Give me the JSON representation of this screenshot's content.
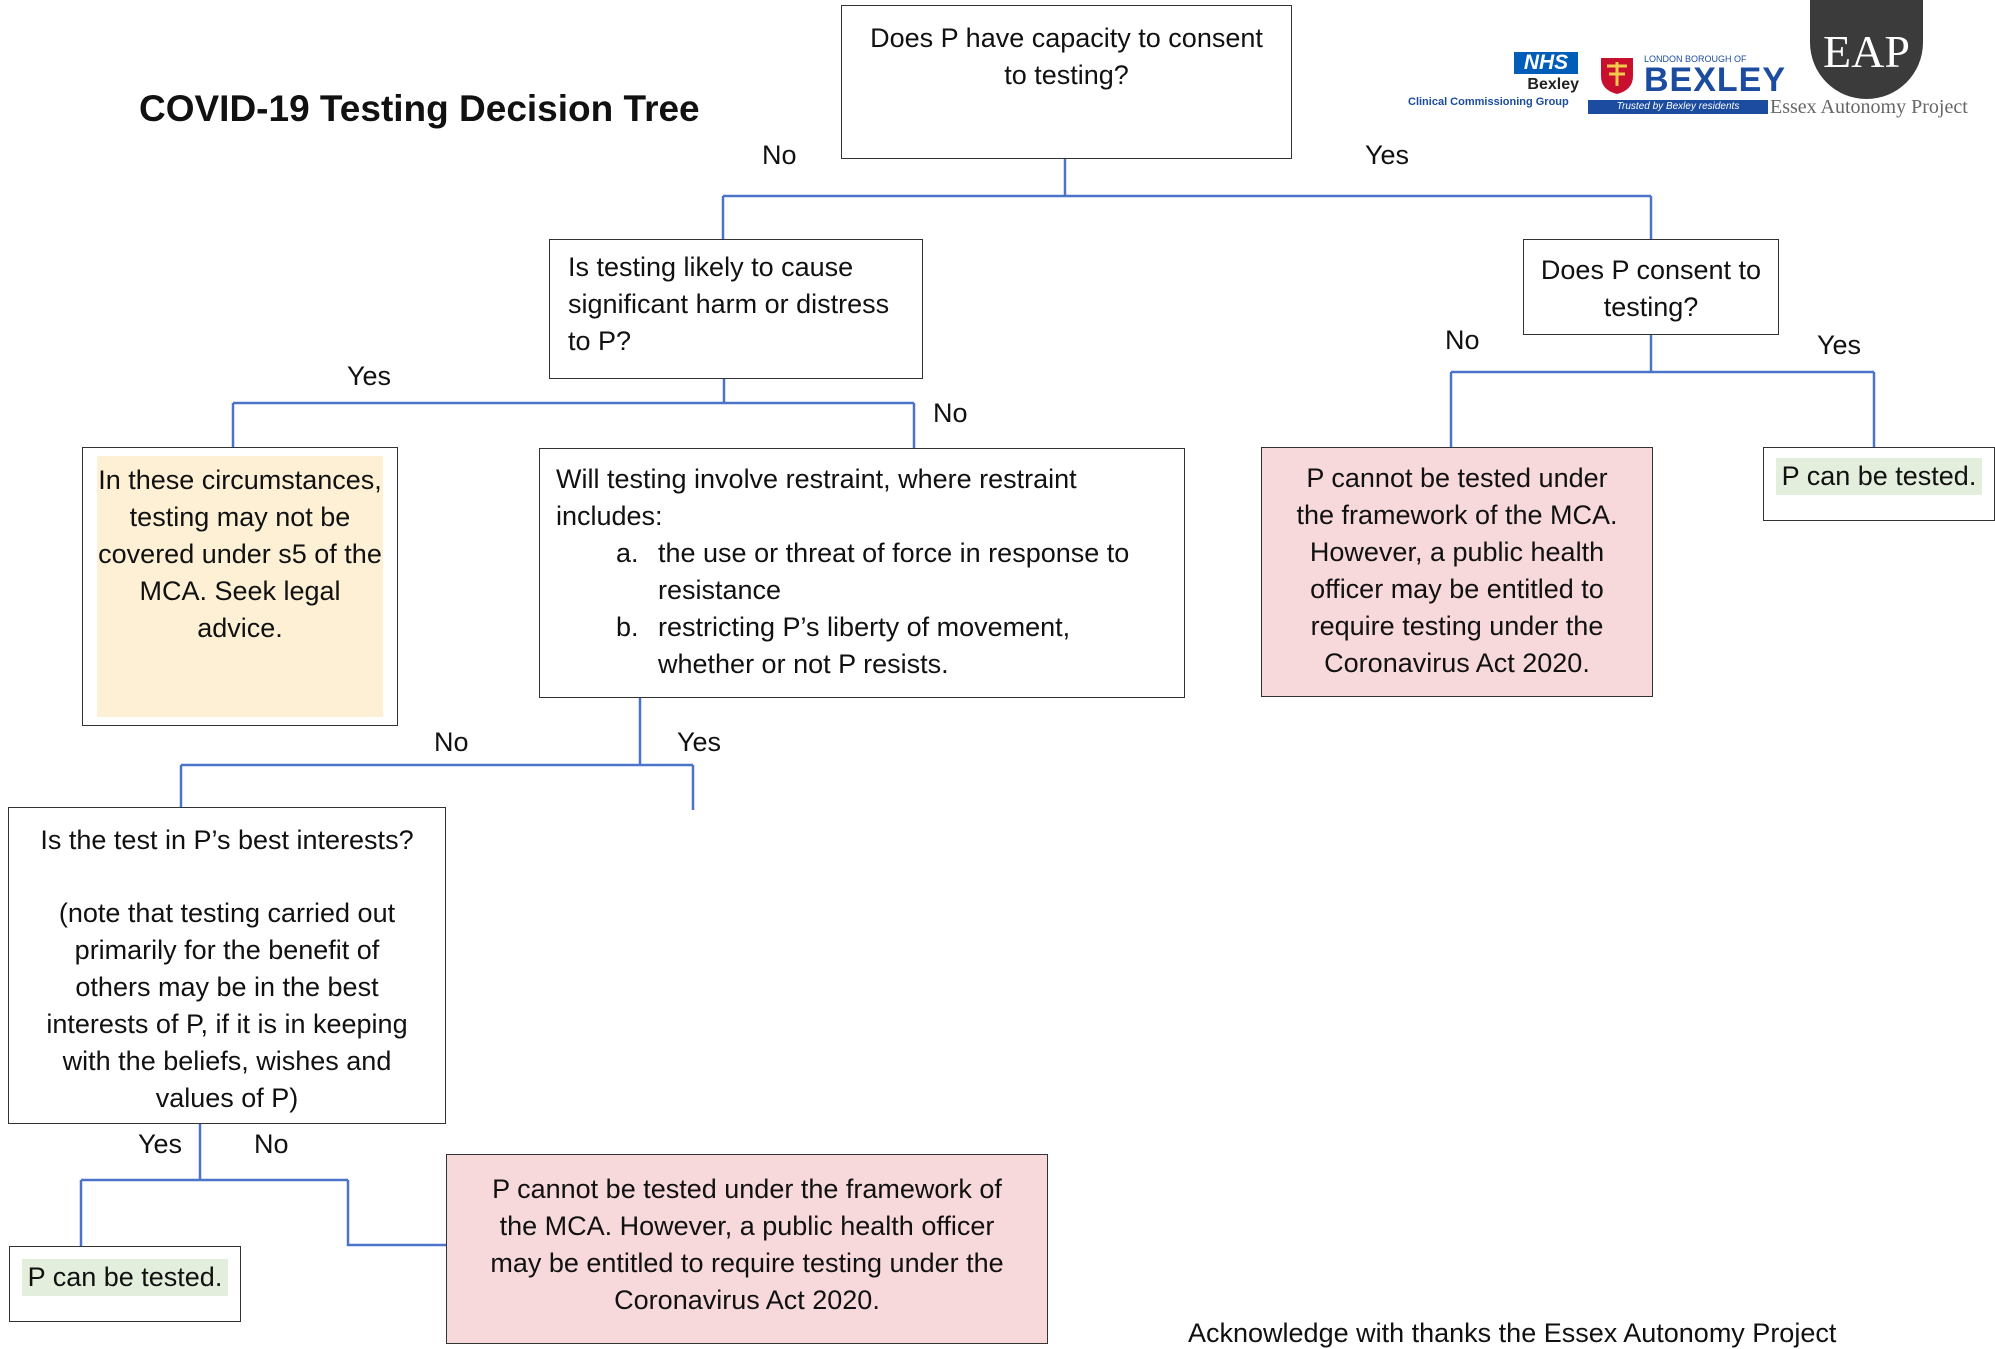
{
  "title": "COVID-19 Testing Decision Tree",
  "nodes": {
    "capacity": "Does P have capacity to consent to testing?",
    "harm": "Is testing likely to cause significant harm or distress to P?",
    "consent": "Does P consent to testing?",
    "legal_advice": "In these circumstances, testing may not be covered under s5 of the MCA. Seek legal advice.",
    "restraint_intro": "Will testing involve restraint, where restraint includes:",
    "restraint_a": "the use or threat of force in response to resistance",
    "restraint_b": "restricting P’s liberty of movement, whether or not P resists.",
    "cannot_right": "P cannot be tested under the framework of the MCA. However, a public health officer may be entitled to require testing under the Coronavirus Act 2020.",
    "can_right": "P can be tested.",
    "best_interests_q": "Is the test in P’s best interests?",
    "best_interests_note": "(note that testing carried out primarily for the benefit of others may be in the best interests of P, if it is in keeping with the beliefs, wishes and values of P)",
    "can_bottom": "P can be tested.",
    "cannot_bottom": "P cannot be tested under the framework of the MCA. However, a public health officer may be entitled to require testing under the Coronavirus Act 2020."
  },
  "edge_labels": {
    "capacity_no": "No",
    "capacity_yes": "Yes",
    "harm_yes": "Yes",
    "harm_no": "No",
    "consent_no": "No",
    "consent_yes": "Yes",
    "restraint_no": "No",
    "restraint_yes": "Yes",
    "best_yes": "Yes",
    "best_no": "No"
  },
  "logos": {
    "nhs": "NHS",
    "nhs_area": "Bexley",
    "nhs_group": "Clinical Commissioning Group",
    "borough_prefix": "LONDON BOROUGH OF",
    "borough": "BEXLEY",
    "borough_tagline": "Trusted by Bexley residents",
    "eap": "EAP",
    "eap_name": "Essex Autonomy Project"
  },
  "acknowledgement": "Acknowledge with thanks the Essex Autonomy Project",
  "colors": {
    "connector": "#4a73c9",
    "warning_fill": "#fdf0d5",
    "negative_fill": "#f7d9dc",
    "positive_fill": "#e3efdc"
  }
}
